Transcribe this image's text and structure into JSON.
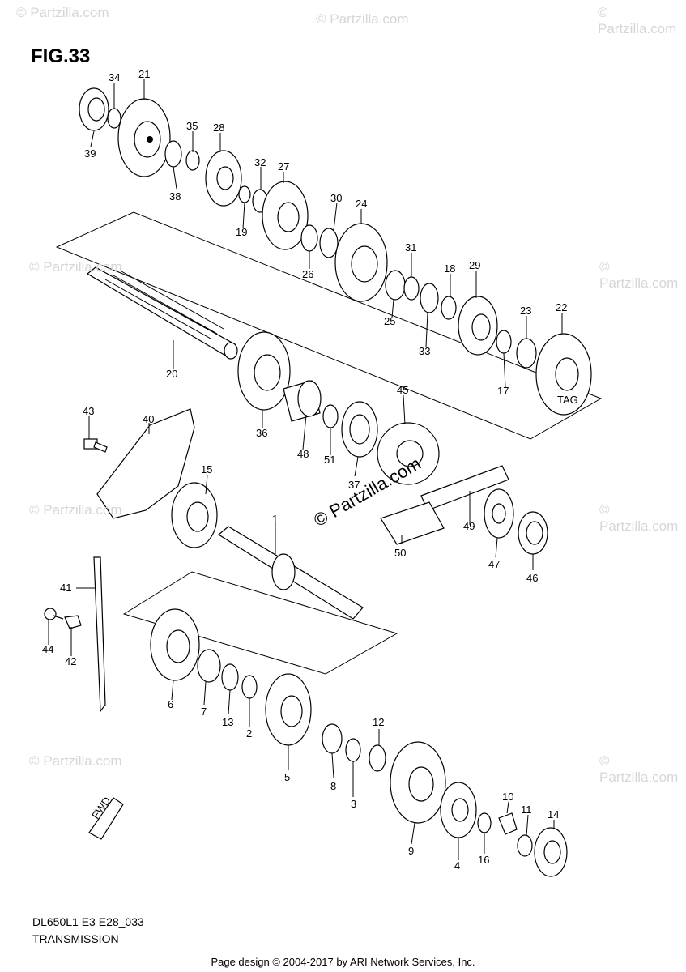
{
  "figure_title": "FIG.33",
  "model_code": "DL650L1 E3 E28_033",
  "section_title": "TRANSMISSION",
  "footer": "Page design © 2004-2017 by ARI Network Services, Inc.",
  "watermark": "© Partzilla.com",
  "watermark_center": "© Partzilla.com",
  "fwd_label": "FWD",
  "tag_label": "TAG",
  "callouts": [
    "34",
    "21",
    "39",
    "35",
    "28",
    "38",
    "32",
    "27",
    "19",
    "30",
    "24",
    "26",
    "31",
    "18",
    "29",
    "25",
    "23",
    "22",
    "33",
    "17",
    "20",
    "36",
    "48",
    "51",
    "45",
    "37",
    "43",
    "40",
    "15",
    "49",
    "50",
    "47",
    "46",
    "1",
    "41",
    "44",
    "42",
    "6",
    "7",
    "13",
    "2",
    "12",
    "5",
    "8",
    "3",
    "10",
    "11",
    "14",
    "9",
    "4",
    "16"
  ]
}
